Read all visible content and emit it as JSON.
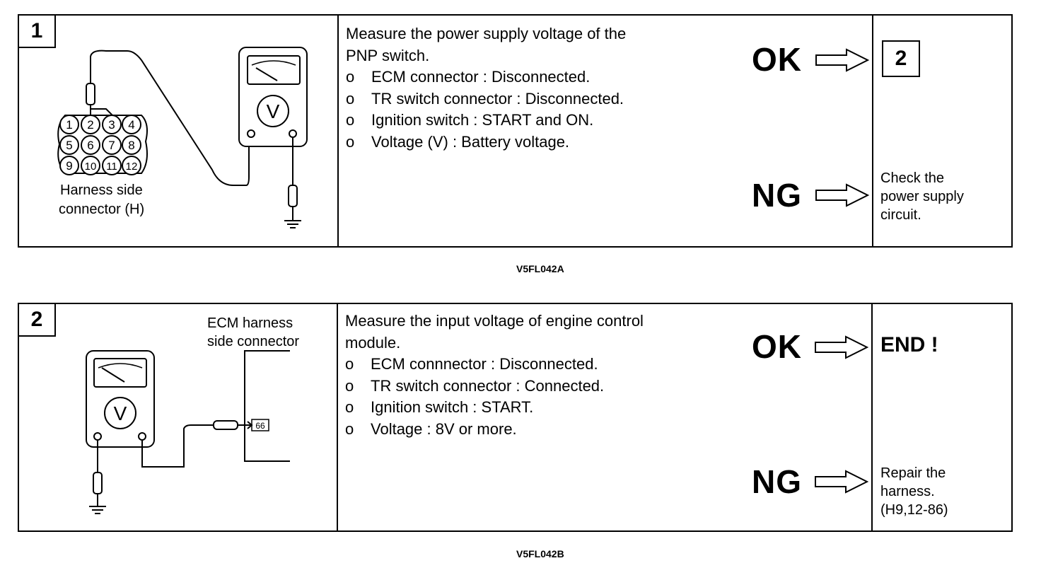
{
  "steps": [
    {
      "number": "1",
      "diagram": {
        "connector_label_line1": "Harness side",
        "connector_label_line2": "connector (H)",
        "pins": [
          "1",
          "2",
          "3",
          "4",
          "5",
          "6",
          "7",
          "8",
          "9",
          "10",
          "11",
          "12"
        ],
        "meter_symbol": "V"
      },
      "instruction": {
        "title_line1": "Measure the power supply voltage of the",
        "title_line2": "PNP switch.",
        "bullet_marker": "o",
        "bullets": [
          "ECM connector : Disconnected.",
          "TR switch connector : Disconnected.",
          "Ignition switch : START and ON.",
          "Voltage (V) : Battery voltage."
        ]
      },
      "ok_label": "OK",
      "ng_label": "NG",
      "ok_result": "2",
      "ng_result_lines": [
        "Check the",
        "power supply",
        "circuit."
      ],
      "figure_code": "V5FL042A"
    },
    {
      "number": "2",
      "diagram": {
        "connector_label_line1": "ECM harness",
        "connector_label_line2": "side connector",
        "pin": "66",
        "meter_symbol": "V"
      },
      "instruction": {
        "title_line1": "Measure the input voltage of engine control",
        "title_line2": "module.",
        "bullet_marker": "o",
        "bullets": [
          "ECM connnector : Disconnected.",
          "TR switch connector : Connected.",
          "Ignition switch : START.",
          "Voltage : 8V or more."
        ]
      },
      "ok_label": "OK",
      "ng_label": "NG",
      "ok_result": "END !",
      "ng_result_lines": [
        "Repair the",
        "harness.",
        "(H9,12-86)"
      ],
      "figure_code": "V5FL042B"
    }
  ]
}
